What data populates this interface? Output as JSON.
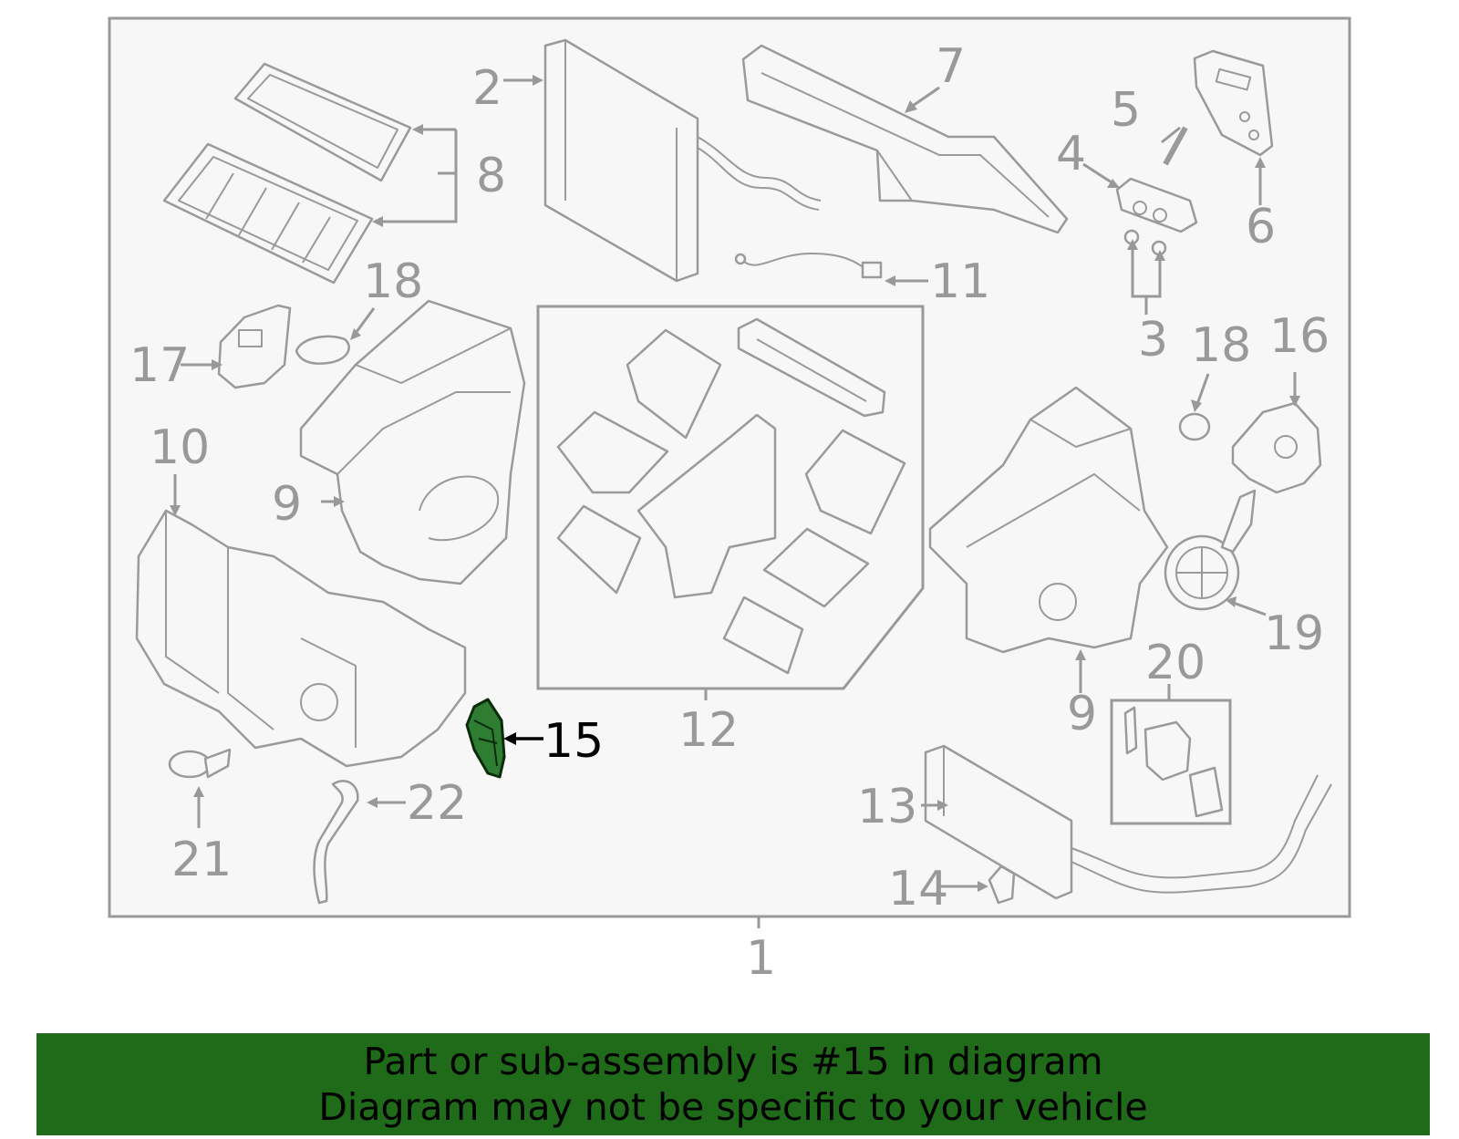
{
  "labels": {
    "l1": "1",
    "l2": "2",
    "l3": "3",
    "l4": "4",
    "l5": "5",
    "l6": "6",
    "l7": "7",
    "l8": "8",
    "l9a": "9",
    "l9b": "9",
    "l10": "10",
    "l11": "11",
    "l12": "12",
    "l13": "13",
    "l14": "14",
    "l15": "15",
    "l16": "16",
    "l17": "17",
    "l18a": "18",
    "l18b": "18",
    "l19": "19",
    "l20": "20",
    "l21": "21",
    "l22": "22"
  },
  "highlight": {
    "part_number": "15",
    "color": "#2e7d32"
  },
  "banner": {
    "line1": "Part or sub-assembly is #15 in diagram",
    "line2": "Diagram may not be specific to your vehicle",
    "background": "#1f6b1a"
  }
}
